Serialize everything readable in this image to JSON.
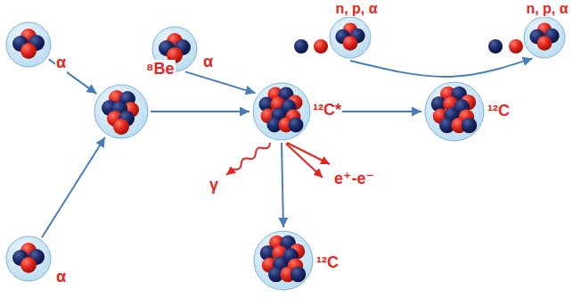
{
  "diagram": {
    "nodes": [
      {
        "text": [
          "α"
        ]
      },
      {
        "text": [
          "α"
        ]
      },
      {
        "text": [
          "n, p, α"
        ]
      },
      {
        "text": [
          "n, p, α"
        ]
      },
      {
        "text": [
          "⁸Be"
        ]
      },
      {
        "text": [
          "¹²C*"
        ]
      },
      {
        "text": [
          "¹²C"
        ]
      },
      {
        "text": [
          "α"
        ]
      },
      {
        "text": [
          "¹²C"
        ]
      }
    ],
    "edges": [
      {
        "from": 0,
        "to": 4,
        "arrow": "to"
      },
      {
        "from": 7,
        "to": 4,
        "arrow": "to"
      },
      {
        "from": 4,
        "to": 5,
        "arrow": "to"
      },
      {
        "from": 1,
        "to": 5,
        "arrow": "to"
      },
      {
        "from": 5,
        "to": 6,
        "arrow": "to"
      },
      {
        "from": 5,
        "to": 8,
        "arrow": "to"
      },
      {
        "from": 2,
        "to": 3,
        "arrow": "to"
      }
    ],
    "labels": [
      "γ",
      "e⁺-e⁻"
    ]
  }
}
